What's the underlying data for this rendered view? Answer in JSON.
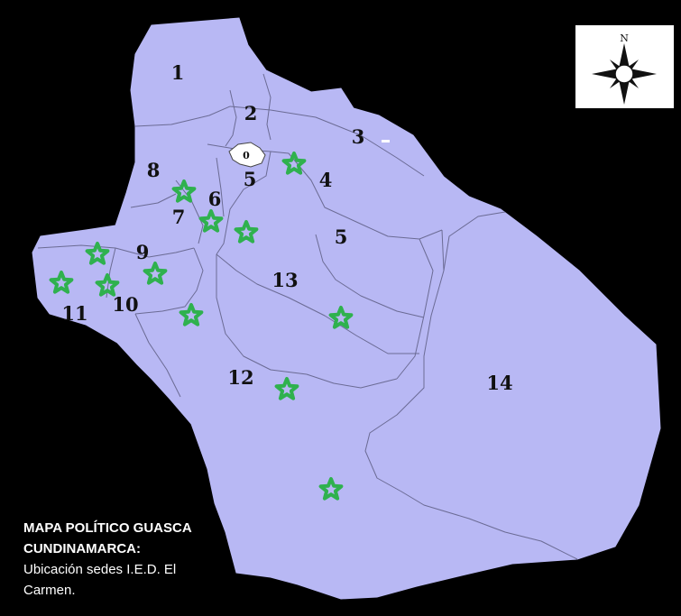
{
  "map": {
    "compass_label": "N",
    "urban_zone_label": "0",
    "regions": [
      {
        "id": "1",
        "label": "1"
      },
      {
        "id": "2",
        "label": "2"
      },
      {
        "id": "3",
        "label": "3"
      },
      {
        "id": "4",
        "label": "4"
      },
      {
        "id": "5a",
        "label": "5"
      },
      {
        "id": "5b",
        "label": "5"
      },
      {
        "id": "6",
        "label": "6"
      },
      {
        "id": "7",
        "label": "7"
      },
      {
        "id": "8",
        "label": "8"
      },
      {
        "id": "9",
        "label": "9"
      },
      {
        "id": "10",
        "label": "10"
      },
      {
        "id": "11",
        "label": "11"
      },
      {
        "id": "12",
        "label": "12"
      },
      {
        "id": "13",
        "label": "13"
      },
      {
        "id": "14",
        "label": "14"
      }
    ],
    "colors": {
      "land": "#b8b8f4",
      "border": "#6b6b94",
      "marker": "#2fb14e",
      "urban": "#ffffff",
      "background": "#000000"
    },
    "markers": [
      {
        "name": "sede-4"
      },
      {
        "name": "sede-7"
      },
      {
        "name": "sede-6"
      },
      {
        "name": "sede-5"
      },
      {
        "name": "sede-9"
      },
      {
        "name": "sede-10a"
      },
      {
        "name": "sede-11"
      },
      {
        "name": "sede-10b"
      },
      {
        "name": "sede-12a"
      },
      {
        "name": "sede-13"
      },
      {
        "name": "sede-12b"
      },
      {
        "name": "sede-south"
      }
    ]
  },
  "caption": {
    "line1": "MAPA POLÍTICO GUASCA",
    "line2": "CUNDINAMARCA:",
    "line3": "Ubicación sedes I.E.D. El",
    "line4": "Carmen."
  }
}
